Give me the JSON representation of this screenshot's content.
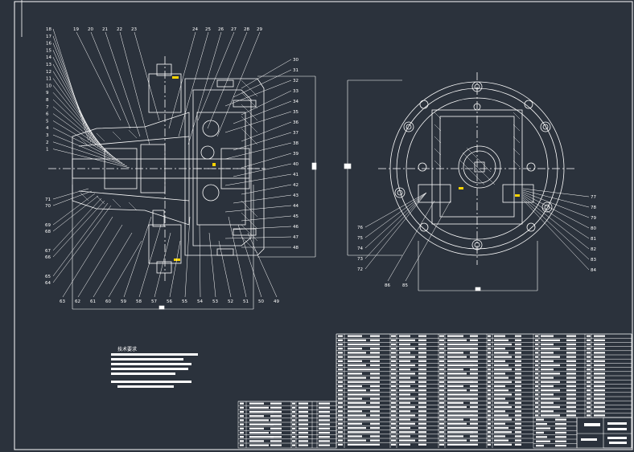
{
  "notes": {
    "title": "技术要求"
  },
  "labels_left_top": [
    "19",
    "20",
    "21",
    "22",
    "23",
    "24",
    "25",
    "26",
    "27",
    "28",
    "29"
  ],
  "labels_left_stack": [
    "18",
    "17",
    "16",
    "15",
    "14",
    "13",
    "12",
    "11",
    "10",
    "9",
    "8",
    "7",
    "6",
    "5",
    "4",
    "3",
    "2",
    "1"
  ],
  "labels_left_right_col": [
    "30",
    "31",
    "32",
    "33",
    "34",
    "35",
    "36",
    "37",
    "38",
    "39",
    "40",
    "41",
    "42",
    "43",
    "44",
    "45",
    "46",
    "47",
    "48"
  ],
  "labels_left_side_low": [
    "71",
    "70",
    "69",
    "68",
    "67",
    "66",
    "65",
    "64"
  ],
  "labels_left_bottom": [
    "63",
    "62",
    "61",
    "60",
    "59",
    "58",
    "57",
    "56",
    "55",
    "54",
    "53",
    "52",
    "51",
    "50",
    "49"
  ],
  "labels_right_left": [
    "76",
    "75",
    "74",
    "73",
    "72"
  ],
  "labels_right_bottom": [
    "86",
    "85"
  ],
  "labels_right_right": [
    "77",
    "78",
    "79",
    "80",
    "81",
    "82",
    "83",
    "84"
  ],
  "colors": {
    "background": "#2b323c",
    "line": "#ffffff",
    "accent": "#ffd400"
  }
}
